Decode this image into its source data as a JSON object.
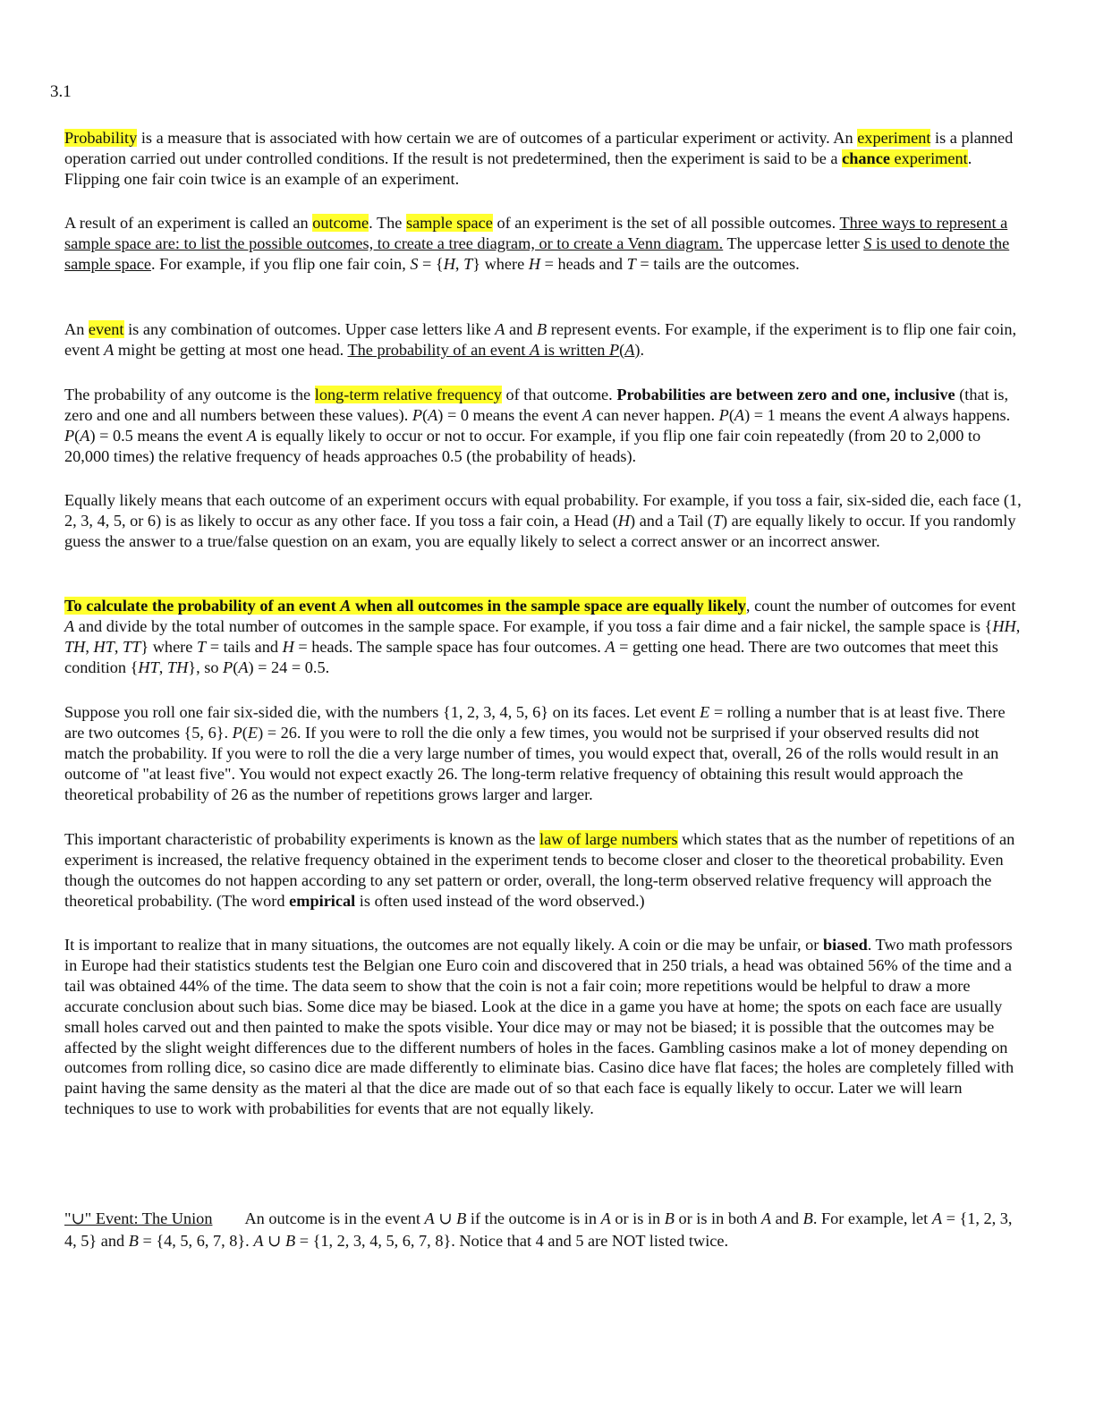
{
  "section_number": "3.1",
  "p1": {
    "t1": "Probability",
    "t2": " is a measure that is associated with how certain we are of outcomes of a particular experiment or activity. An ",
    "t3": "experiment",
    "t4": " is a planned operation carried out under controlled conditions. If the result is not predetermined, then the experiment is said to be a ",
    "t5": "chance",
    "t6": " experiment",
    "t7": ". Flipping one fair coin twice is an example of an experiment."
  },
  "p2": {
    "t1": "A result of an experiment is called an ",
    "t2": "outcome",
    "t3": ". The ",
    "t4": "sample space",
    "t5": " of an experiment is the set of all possible outcomes. ",
    "t6": "Three ways to represent a sample space are: to list the possible outcomes, to create a tree diagram, or to create a Venn diagram.",
    "t7": " The uppercase letter ",
    "t8": "S",
    "t9": " is used to denote the sample space",
    "t10": ". For example, if you flip one fair coin, ",
    "t11": "S",
    "t12": " = {",
    "t13": "H",
    "t14": ", ",
    "t15": "T",
    "t16": "} where ",
    "t17": "H",
    "t18": " = heads and ",
    "t19": "T",
    "t20": " = tails are the outcomes."
  },
  "p3": {
    "t1": "An ",
    "t2": "event",
    "t3": " is any combination of outcomes. Upper case letters like ",
    "t4": "A",
    "t5": " and ",
    "t6": "B",
    "t7": " represent events. For example, if the experiment is to flip one fair coin, event ",
    "t8": "A",
    "t9": " might be getting at most one head. ",
    "t10": "The probability of an event ",
    "t11": "A",
    "t12": " is written ",
    "t13": "P",
    "t14": "(",
    "t15": "A",
    "t16": ")",
    "t17": "."
  },
  "p4": {
    "t1": "The probability of any outcome is the ",
    "t2": "long-term relative frequency",
    "t3": " of that outcome. ",
    "t4": "Probabilities are between zero and one, inclusive",
    "t5": " (that is, zero and one and all numbers between these values). ",
    "t6": "P",
    "t7": "(",
    "t8": "A",
    "t9": ") = 0 means the event ",
    "t10": "A",
    "t11": " can never happen. ",
    "t12": "P",
    "t13": "(",
    "t14": "A",
    "t15": ") = 1 means the event ",
    "t16": "A",
    "t17": " always happens. ",
    "t18": "P",
    "t19": "(",
    "t20": "A",
    "t21": ") = 0.5 means the event ",
    "t22": "A",
    "t23": " is equally likely to occur or not to occur. For example, if you flip one fair coin repeatedly (from 20 to 2,000 to 20,000 times) the relative frequency of heads approaches 0.5 (the probability of heads)."
  },
  "p5": {
    "t1": "Equally likely means that each outcome of an experiment occurs with equal probability. For example, if you toss a fair, six-sided die, each face (1, 2, 3, 4, 5, or 6) is as likely to occur as any other face. If you toss a fair coin, a Head (",
    "t2": "H",
    "t3": ") and a Tail (",
    "t4": "T",
    "t5": ") are equally likely to occur. If you randomly guess the answer to a true/false question on an exam, you are equally likely to select a correct answer or an incorrect answer."
  },
  "p6": {
    "t1": "To calculate the probability of an event ",
    "t2": "A",
    "t3": " when all outcomes in the sample space are equally likely",
    "t4": ", count the number of outcomes for event ",
    "t5": "A",
    "t6": " and divide by the total number of outcomes in the sample space. For example, if you toss a fair dime and a fair nickel, the sample space is {",
    "t7": "HH",
    "t8": ", ",
    "t9": "TH",
    "t10": ", ",
    "t11": "HT",
    "t12": ", ",
    "t13": "TT",
    "t14": "} where ",
    "t15": "T",
    "t16": " = tails and ",
    "t17": "H",
    "t18": " = heads. The sample space has four outcomes. ",
    "t19": "A",
    "t20": " = getting one head. There are two outcomes that meet this condition {",
    "t21": "HT",
    "t22": ", ",
    "t23": "TH",
    "t24": "}, so ",
    "t25": "P",
    "t26": "(",
    "t27": "A",
    "t28": ") = 24 = 0.5."
  },
  "p7": {
    "t1": "Suppose you roll one fair six-sided die, with the numbers {1, 2, 3, 4, 5, 6} on its faces. Let event ",
    "t2": "E",
    "t3": " = rolling a number that is at least five. There are two outcomes {5, 6}. ",
    "t4": "P",
    "t5": "(",
    "t6": "E",
    "t7": ") = 26. If you were to roll the die only a few times, you would not be surprised if your observed results did not match the probability. If you were to roll the die a very large number of times, you would expect that, overall, 26 of the rolls would result in an outcome of \"at least five\". You would not expect exactly 26. The long-term relative frequency of obtaining this result would approach the theoretical probability of 26 as the number of repetitions grows larger and larger."
  },
  "p8": {
    "t1": "This important characteristic of probability experiments is known as the ",
    "t2": "law of large numbers",
    "t3": " which states that as the number of repetitions of an experiment is increased, the relative frequency obtained in the experiment tends to become closer and closer to the theoretical probability. Even though the outcomes do not happen according to any set pattern or order, overall, the long-term observed relative frequency will approach the theoretical probability. (The word ",
    "t4": "empirical",
    "t5": " is often used instead of the word observed.)"
  },
  "p9": {
    "t1": "It is important to realize that in many situations, the outcomes are not equally likely. A coin or die may be unfair, or ",
    "t2": "biased",
    "t3": ". Two math professors in Europe had their statistics students test the Belgian one Euro coin and discovered that in 250 trials, a head was obtained 56% of the time and a tail was obtained 44% of the time. The data seem to show that the coin is not a fair coin; more repetitions would be helpful to draw a more accurate conclusion about such bias. Some dice may be biased. Look at the dice in a game you have at home; the spots on each face are usually small holes carved out and then painted to make the spots visible. Your dice may or may not be biased; it is possible that the outcomes may be affected by the slight weight differences due to the different numbers of holes in the faces. Gambling casinos make a lot of money depending on outcomes from rolling dice, so casino dice are made differently to eliminate bias. Casino dice have flat faces; the holes are completely filled with paint having the same density as the materi al that the dice are made out of so that each face is equally likely to occur. Later we will learn techniques to use to work with probabilities for events that are not equally likely."
  },
  "p10": {
    "t1": "\"∪\" Event: The Union",
    "t2": "An outcome is in the event ",
    "t3": "A",
    "t4": " ∪ ",
    "t5": "B",
    "t6": " if the outcome is in ",
    "t7": "A",
    "t8": " or is in ",
    "t9": "B",
    "t10": " or is in both ",
    "t11": "A",
    "t12": " and ",
    "t13": "B",
    "t14": ". For example, let ",
    "t15": "A",
    "t16": " = {1, 2, 3, 4, 5} and ",
    "t17": "B",
    "t18": " = {4, 5, 6, 7, 8}. ",
    "t19": "A",
    "t20": " ∪ ",
    "t21": "B",
    "t22": " = {1, 2, 3, 4, 5, 6, 7, 8}. Notice that 4 and 5 are NOT listed twice."
  }
}
